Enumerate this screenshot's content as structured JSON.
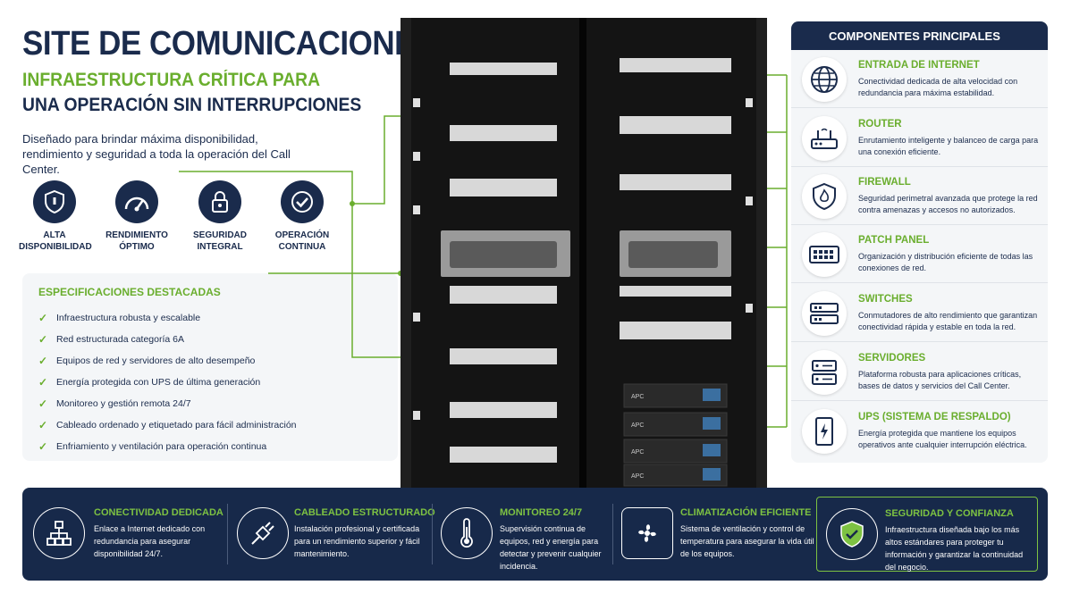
{
  "header": {
    "title": "SITE DE COMUNICACIONES",
    "subtitle_green": "INFRAESTRUCTURA CRÍTICA PARA",
    "subtitle_navy": "UNA OPERACIÓN SIN INTERRUPCIONES",
    "intro": "Diseñado para brindar máxima disponibilidad, rendimiento y seguridad a toda la operación del Call Center."
  },
  "features": [
    {
      "icon": "shield-icon",
      "label": "ALTA DISPONIBILIDAD"
    },
    {
      "icon": "gauge-icon",
      "label": "RENDIMIENTO ÓPTIMO"
    },
    {
      "icon": "lock-icon",
      "label": "SEGURIDAD INTEGRAL"
    },
    {
      "icon": "check-circle-icon",
      "label": "OPERACIÓN CONTINUA"
    }
  ],
  "specs": {
    "title": "ESPECIFICACIONES DESTACADAS",
    "items": [
      "Infraestructura robusta y escalable",
      "Red estructurada categoría 6A",
      "Equipos de red y servidores de alto desempeño",
      "Energía protegida con UPS de última generación",
      "Monitoreo y gestión remota 24/7",
      "Cableado ordenado y etiquetado para fácil administración",
      "Enfriamiento y ventilación para operación continua"
    ]
  },
  "components": {
    "title": "COMPONENTES PRINCIPALES",
    "items": [
      {
        "icon": "globe-icon",
        "name": "ENTRADA DE INTERNET",
        "desc": "Conectividad dedicada de alta velocidad con redundancia para máxima estabilidad."
      },
      {
        "icon": "router-icon",
        "name": "ROUTER",
        "desc": "Enrutamiento inteligente y balanceo de carga para una conexión eficiente."
      },
      {
        "icon": "firewall-icon",
        "name": "FIREWALL",
        "desc": "Seguridad perimetral avanzada que protege la red contra amenazas y accesos no autorizados."
      },
      {
        "icon": "patch-panel-icon",
        "name": "PATCH PANEL",
        "desc": "Organización y distribución eficiente de todas las conexiones de red."
      },
      {
        "icon": "switch-icon",
        "name": "SWITCHES",
        "desc": "Conmutadores de alto rendimiento que garantizan conectividad rápida y estable en toda la red."
      },
      {
        "icon": "server-icon",
        "name": "SERVIDORES",
        "desc": "Plataforma robusta para aplicaciones críticas, bases de datos y servicios del Call Center."
      },
      {
        "icon": "ups-icon",
        "name": "UPS (SISTEMA DE RESPALDO)",
        "desc": "Energía protegida que mantiene los equipos operativos ante cualquier interrupción eléctrica."
      }
    ]
  },
  "bottom": [
    {
      "icon": "network-icon",
      "name": "CONECTIVIDAD DEDICADA",
      "desc": "Enlace a Internet dedicado con redundancia para asegurar disponibilidad 24/7."
    },
    {
      "icon": "cable-icon",
      "name": "CABLEADO ESTRUCTURADO",
      "desc": "Instalación profesional y certificada para un rendimiento superior y fácil mantenimiento."
    },
    {
      "icon": "thermometer-icon",
      "name": "MONITOREO 24/7",
      "desc": "Supervisión continua de equipos, red y energía para detectar y prevenir cualquier incidencia."
    },
    {
      "icon": "fan-icon",
      "name": "CLIMATIZACIÓN EFICIENTE",
      "desc": "Sistema de ventilación y control de temperatura para asegurar la vida útil de los equipos."
    },
    {
      "icon": "shield-check-icon",
      "name": "SEGURIDAD Y CONFIANZA",
      "desc": "Infraestructura diseñada bajo los más altos estándares para proteger tu información y garantizar la continuidad del negocio."
    }
  ],
  "rack": {
    "ups_brand": "APC"
  },
  "colors": {
    "navy": "#1a2b4c",
    "green": "#6aae2e",
    "panel": "#f4f6f8"
  }
}
